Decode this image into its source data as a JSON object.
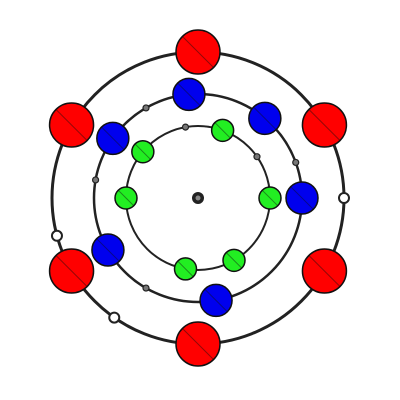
{
  "diagram": {
    "background": "#ffffff",
    "colors": {
      "orbit_stroke": "#222222",
      "nucleus_fill": "#222222",
      "marker_stroke": "#222222",
      "red": "#ff0000",
      "blue": "#0000ee",
      "green": "#22ee22",
      "circle_stroke": "#111111"
    },
    "nucleus": {
      "name": "nucleus"
    },
    "orbits": [
      {
        "name": "inner",
        "particle_color": "green",
        "particles": [
          {
            "angle": 0
          },
          {
            "angle": 70
          },
          {
            "angle": 140
          },
          {
            "angle": 180
          },
          {
            "angle": 260
          },
          {
            "angle": 300
          }
        ],
        "markers": [
          {
            "angle": 35,
            "size": "small"
          },
          {
            "angle": 100,
            "size": "small"
          }
        ]
      },
      {
        "name": "middle",
        "particle_color": "blue",
        "particles": [
          {
            "angle": 0
          },
          {
            "angle": 50
          },
          {
            "angle": 95
          },
          {
            "angle": 145
          },
          {
            "angle": 210
          },
          {
            "angle": 280
          }
        ],
        "markers": [
          {
            "angle": 20,
            "size": "small"
          },
          {
            "angle": 120,
            "size": "small"
          },
          {
            "angle": 170,
            "size": "small"
          },
          {
            "angle": 240,
            "size": "small"
          }
        ]
      },
      {
        "name": "outer",
        "particle_color": "red",
        "particles": [
          {
            "angle": 30
          },
          {
            "angle": 90
          },
          {
            "angle": 150
          },
          {
            "angle": 210
          },
          {
            "angle": 270
          },
          {
            "angle": 330
          }
        ],
        "markers": [
          {
            "angle": 0,
            "size": "large"
          },
          {
            "angle": 195,
            "size": "large"
          },
          {
            "angle": 235,
            "size": "large"
          }
        ]
      }
    ]
  }
}
